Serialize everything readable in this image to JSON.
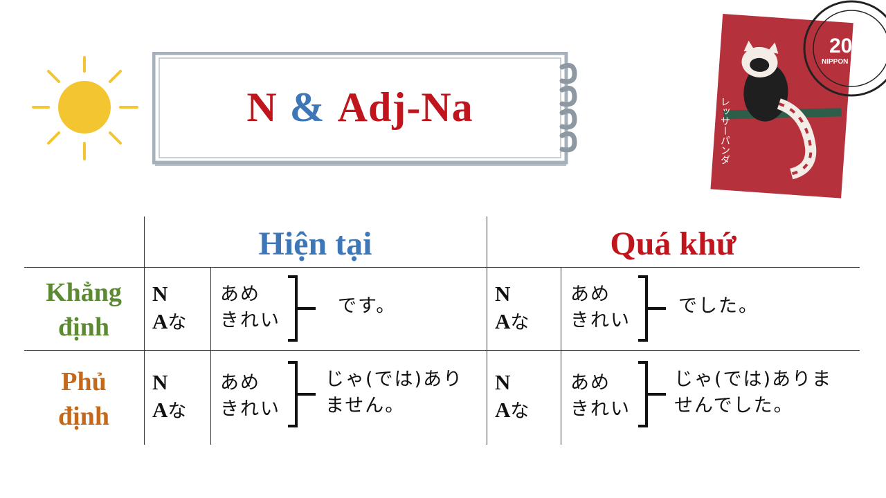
{
  "title": {
    "n": "N",
    "amp": "&",
    "adj": "Adj-Na"
  },
  "colors": {
    "red": "#c0151c",
    "blue": "#3d77b8",
    "green": "#5b8a32",
    "orange": "#c4691c",
    "stamp": "#b5313c"
  },
  "table": {
    "headers": {
      "present": "Hiện tại",
      "past": "Quá khứ"
    },
    "rows": [
      {
        "label_line1": "Khẳng",
        "label_line2": "định",
        "present": {
          "n": "N",
          "a_latin": "A",
          "a_kana": "な",
          "word1": "あめ",
          "word2": "きれい",
          "suffix1": "です。",
          "suffix2": ""
        },
        "past": {
          "n": "N",
          "a_latin": "A",
          "a_kana": "な",
          "word1": "あめ",
          "word2": "きれい",
          "suffix1": "でした。",
          "suffix2": ""
        }
      },
      {
        "label_line1": "Phủ",
        "label_line2": "định",
        "present": {
          "n": "N",
          "a_latin": "A",
          "a_kana": "な",
          "word1": "あめ",
          "word2": "きれい",
          "suffix1": "じゃ(では)あり",
          "suffix2": "ません。"
        },
        "past": {
          "n": "N",
          "a_latin": "A",
          "a_kana": "な",
          "word1": "あめ",
          "word2": "きれい",
          "suffix1": "じゃ(では)ありま",
          "suffix2": "せんでした。"
        }
      }
    ]
  },
  "stamp": {
    "value": "20",
    "country": "NIPPON",
    "caption": "レッサーパンダ"
  },
  "icons": {
    "sun": "sun-icon",
    "stamp": "red-panda-stamp-icon",
    "binder": "binder-rings-icon"
  }
}
